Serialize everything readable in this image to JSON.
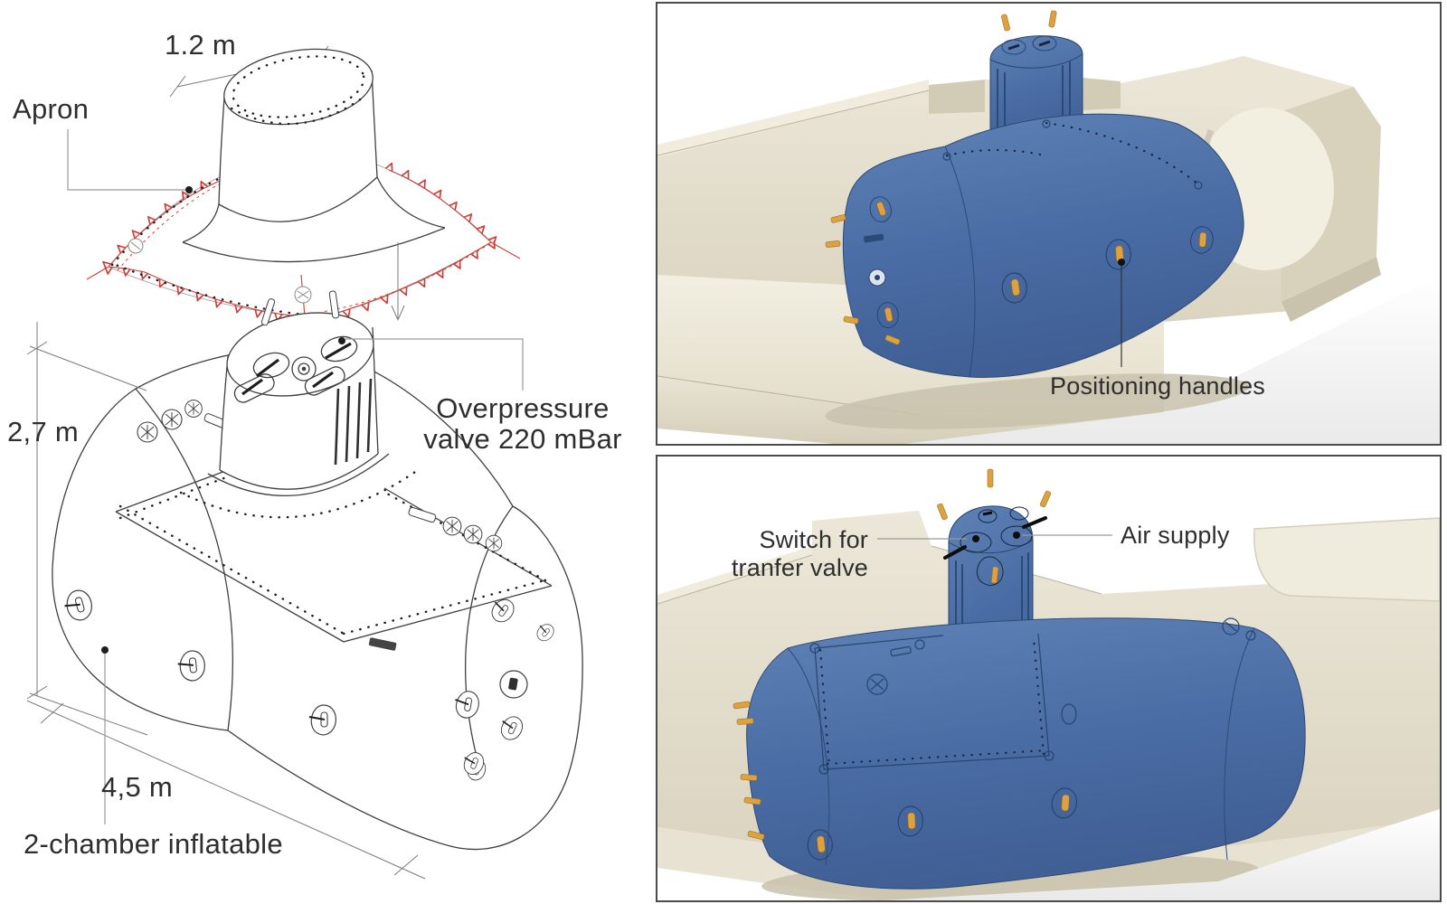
{
  "colors": {
    "plug_blue": "#4f72a8",
    "plug_blue_dark": "#3f5f95",
    "concrete_light": "#ece7d8",
    "concrete_mid": "#ded8c5",
    "concrete_dark": "#cfc8b2",
    "handle_orange": "#dda23f",
    "apron_red": "#cf3d36",
    "line_dark": "#3f3f3f",
    "leader_gray": "#9a9a9a",
    "text_color": "#2e2e2e",
    "panel_border": "#4b4b4b"
  },
  "left_diagram": {
    "collar_diameter_dim": "1.2 m",
    "apron_label": "Apron",
    "height_dim": "2,7 m",
    "length_dim": "4,5 m",
    "overpressure_line1": "Overpressure",
    "overpressure_line2": "valve 220 mBar",
    "chamber_label": "2-chamber inflatable"
  },
  "top_right_panel": {
    "positioning_label": "Positioning handles"
  },
  "bottom_right_panel": {
    "switch_line1": "Switch for",
    "switch_line2": "tranfer valve",
    "air_supply_label": "Air supply"
  }
}
